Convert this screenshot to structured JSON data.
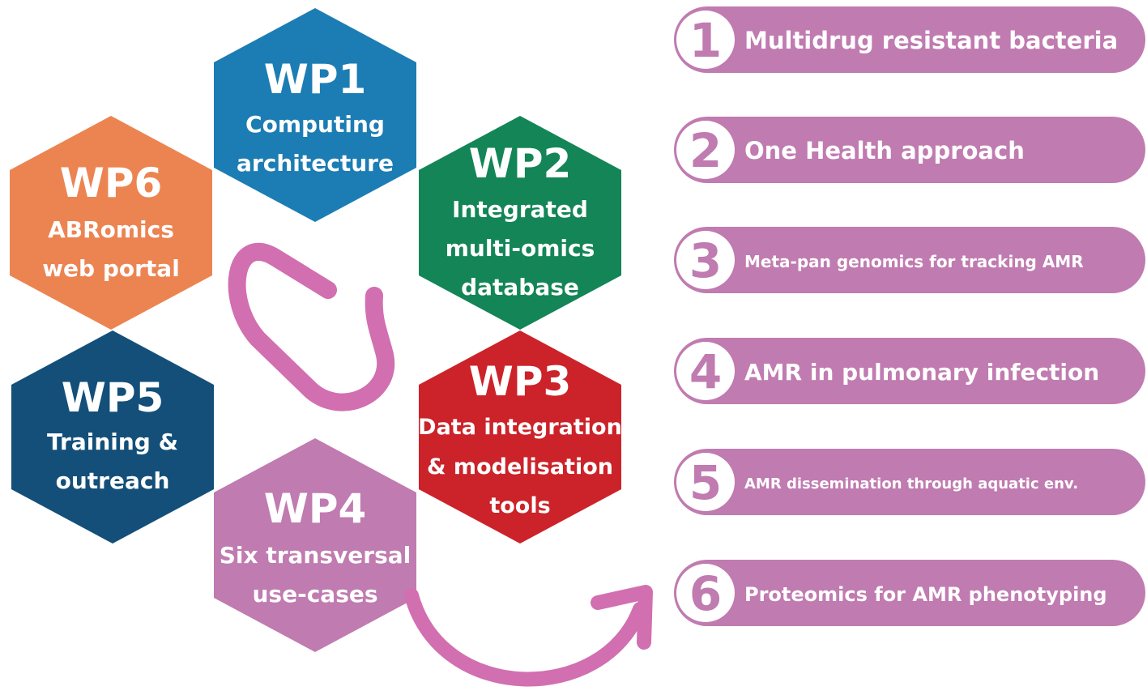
{
  "colors": {
    "wp1": "#1b7db3",
    "wp2": "#138556",
    "wp3": "#cc2229",
    "wp4": "#c07bb0",
    "wp5": "#134f79",
    "wp6": "#ec8452",
    "pill": "#c07bb0",
    "connector": "#d26fb0",
    "pill_num_bg": "#ffffff"
  },
  "work_packages": [
    {
      "code": "WP1",
      "lines": [
        "Computing",
        "architecture"
      ]
    },
    {
      "code": "WP2",
      "lines": [
        "Integrated",
        "multi-omics",
        "database"
      ]
    },
    {
      "code": "WP3",
      "lines": [
        "Data integration",
        "& modelisation",
        "tools"
      ]
    },
    {
      "code": "WP4",
      "lines": [
        "Six transversal",
        "use-cases"
      ]
    },
    {
      "code": "WP5",
      "lines": [
        "Training &",
        "outreach"
      ]
    },
    {
      "code": "WP6",
      "lines": [
        "ABRomics",
        "web portal"
      ]
    }
  ],
  "use_cases": [
    {
      "number": "1",
      "label": "Multidrug resistant bacteria"
    },
    {
      "number": "2",
      "label": "One Health approach"
    },
    {
      "number": "3",
      "label": "Meta-pan genomics for tracking AMR"
    },
    {
      "number": "4",
      "label": "AMR in pulmonary infection"
    },
    {
      "number": "5",
      "label": "AMR dissemination through aquatic env."
    },
    {
      "number": "6",
      "label": "Proteomics for AMR phenotyping"
    }
  ],
  "icons": {
    "connector": "paperclip-link-icon",
    "arrow": "curved-arrow-icon"
  }
}
